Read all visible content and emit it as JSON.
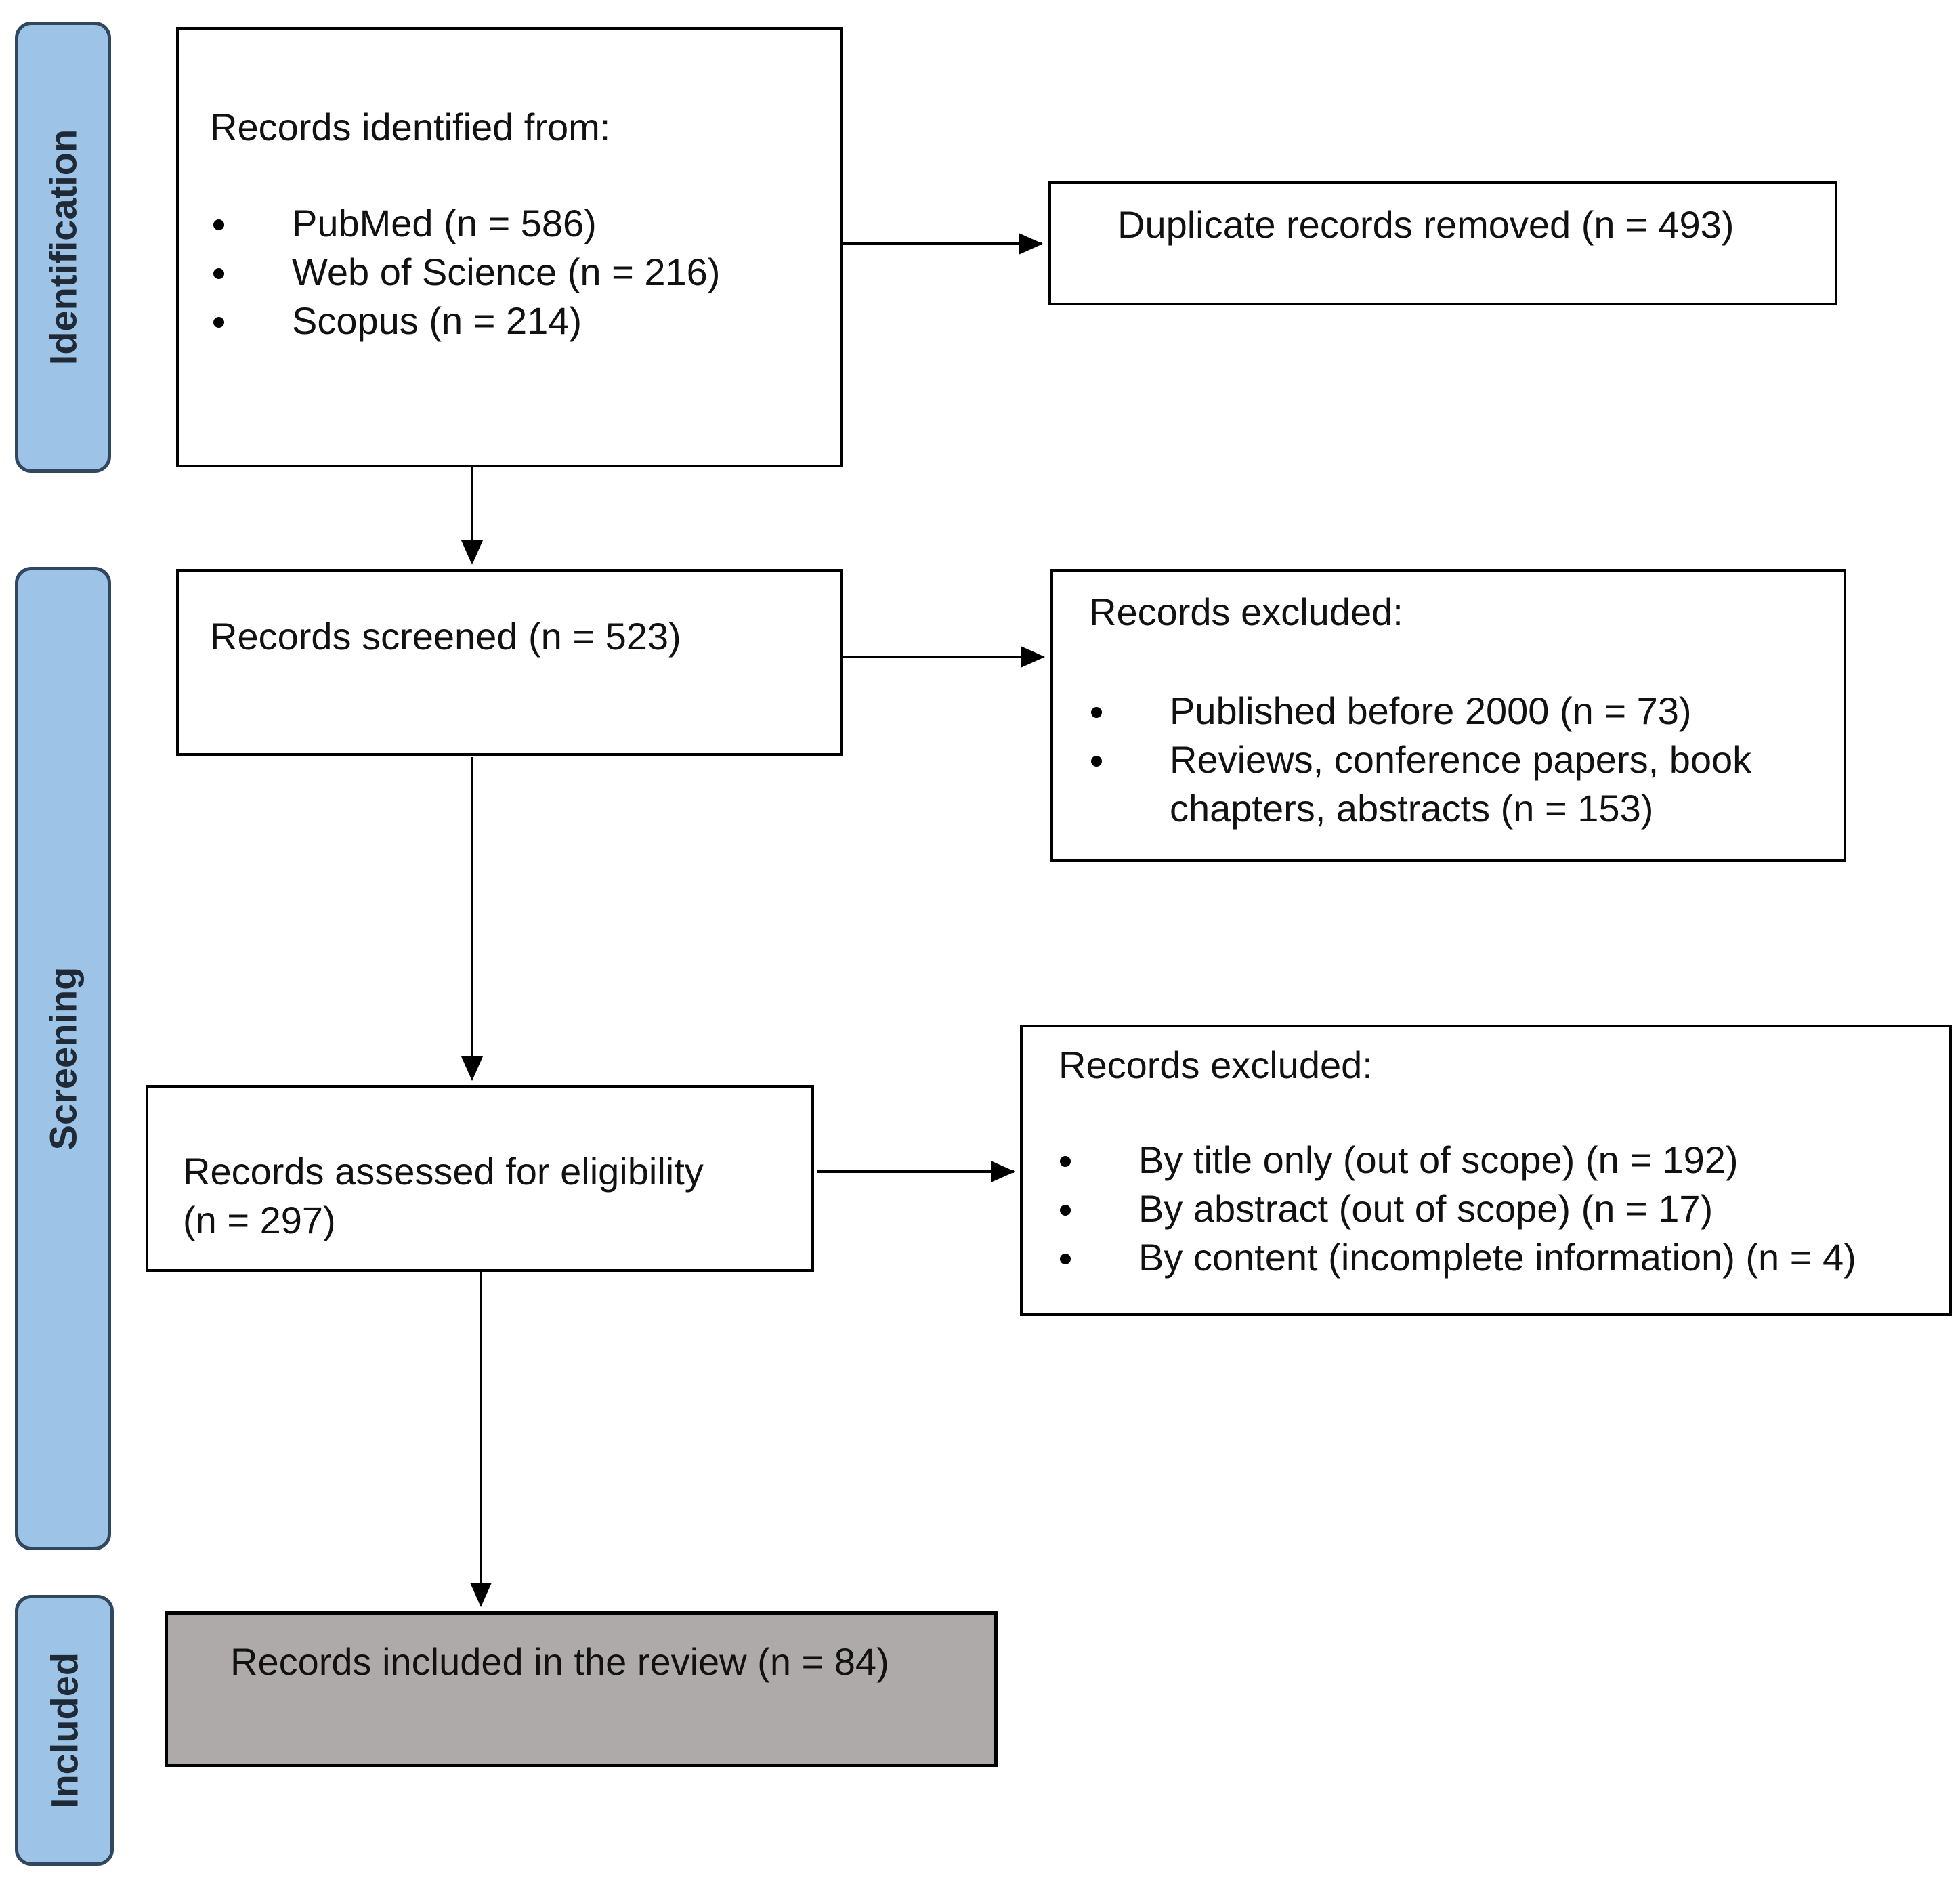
{
  "phases": {
    "identification": "Identification",
    "screening": "Screening",
    "included": "Included"
  },
  "identified": {
    "heading": "Records identified from:",
    "sources": [
      "PubMed (n = 586)",
      "Web of Science (n = 216)",
      "Scopus (n = 214)"
    ]
  },
  "duplicates": "Duplicate records removed (n = 493)",
  "screened": "Records screened (n = 523)",
  "excluded_screening": {
    "heading": "Records excluded:",
    "item1": "Published before 2000 (n = 73)",
    "item2_line1": "Reviews, conference papers, book",
    "item2_line2": "chapters, abstracts (n = 153)"
  },
  "assessed": {
    "line1": "Records assessed for eligibility",
    "line2": "(n = 297)"
  },
  "excluded_eligibility": {
    "heading": "Records excluded:",
    "items": [
      "By title only (out of scope) (n = 192)",
      "By abstract (out of scope) (n = 17)",
      "By content (incomplete information) (n = 4)"
    ]
  },
  "included": "Records included in the review (n = 84)"
}
